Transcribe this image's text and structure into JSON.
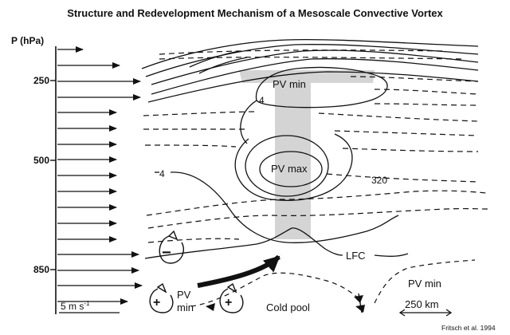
{
  "title": "Structure and Redevelopment Mechanism of a Mesoscale Convective Vortex",
  "y_axis": {
    "label": "P (hPa)",
    "ticks": [
      "250",
      "500",
      "850"
    ]
  },
  "labels": {
    "pv_min_upper": "PV min",
    "pv_max": "PV max",
    "contour_4_upper": "4",
    "contour_4_left": "4",
    "isentrope_320": "320",
    "lfc": "LFC",
    "pv_min_lower_left_1": "PV",
    "pv_min_lower_left_2": "min",
    "pv_min_right": "PV min",
    "cold_pool": "Cold pool",
    "wind_scale": "5 m s",
    "wind_scale_exp": "-1",
    "length_scale": "250 km",
    "circ_minus": "−",
    "circ_plus_left": "+",
    "circ_plus_right": "+"
  },
  "credit": "Fritsch et al. 1994",
  "colors": {
    "ink": "#111111",
    "shading": "#d4d4d4"
  }
}
